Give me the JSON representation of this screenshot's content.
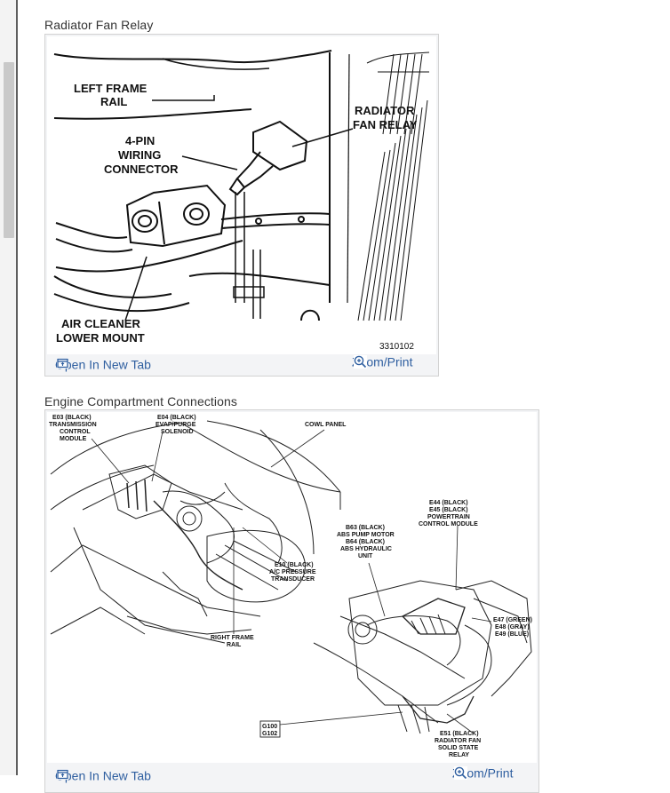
{
  "figures": [
    {
      "title": "Radiator Fan Relay",
      "labels": {
        "left_frame_rail_1": "LEFT FRAME",
        "left_frame_rail_2": "RAIL",
        "connector_1": "4-PIN",
        "connector_2": "WIRING",
        "connector_3": "CONNECTOR",
        "relay_1": "RADIATOR",
        "relay_2": "FAN RELAY",
        "air_cleaner_1": "AIR CLEANER",
        "air_cleaner_2": "LOWER MOUNT",
        "figure_code": "3310102"
      },
      "open_tab_label": "Open In New Tab",
      "zoom_label": "Zoom/Print"
    },
    {
      "title": "Engine Compartment Connections",
      "labels": {
        "e03_1": "E03 (BLACK)",
        "e03_2": "TRANSMISSION",
        "e03_3": "CONTROL",
        "e03_4": "MODULE",
        "e04_1": "E04 (BLACK)",
        "e04_2": "EVAP/PURGE",
        "e04_3": "SOLENOID",
        "cowl": "COWL PANEL",
        "e44_1": "E44 (BLACK)",
        "e44_2": "E45 (BLACK)",
        "e44_3": "POWERTRAIN",
        "e44_4": "CONTROL MODULE",
        "b63_1": "B63 (BLACK)",
        "b63_2": "ABS PUMP MOTOR",
        "b63_3": "B64 (BLACK)",
        "b63_4": "ABS HYDRAULIC",
        "b63_5": "UNIT",
        "e10_1": "E10 (BLACK)",
        "e10_2": "A/C PRESSURE",
        "e10_3": "TRANSDUCER",
        "e47_1": "E47 (GREEN)",
        "e47_2": "E48 (GRAY)",
        "e47_3": "E49 (BLUE)",
        "rfr_1": "RIGHT FRAME",
        "rfr_2": "RAIL",
        "g100": "G100",
        "g102": "G102",
        "e51_1": "E51 (BLACK)",
        "e51_2": "RADIATOR FAN",
        "e51_3": "SOLID STATE",
        "e51_4": "RELAY"
      },
      "open_tab_label": "Open In New Tab",
      "zoom_label": "Zoom/Print"
    }
  ]
}
